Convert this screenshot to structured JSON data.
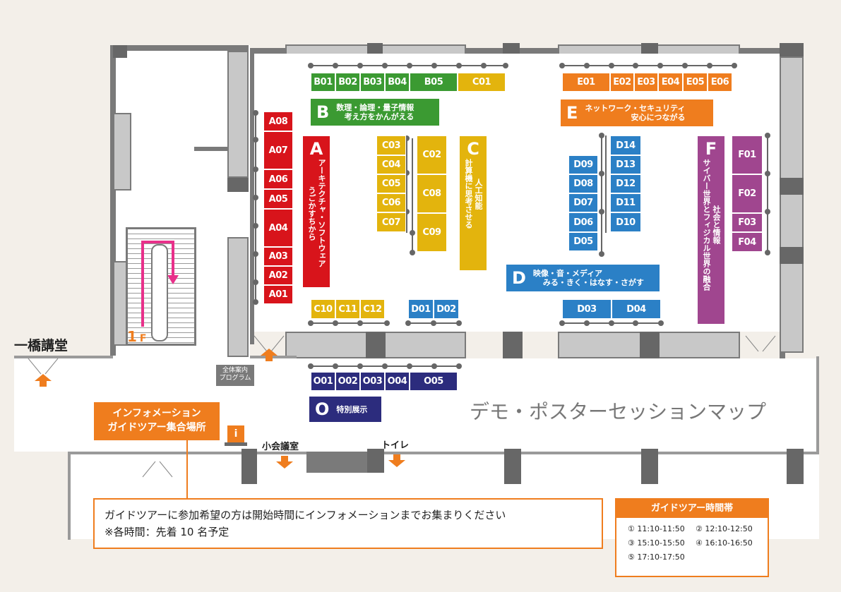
{
  "colors": {
    "B": "#3b9a32",
    "C": "#e3b40d",
    "A": "#d8141b",
    "E": "#ef7d1e",
    "D": "#2b80c6",
    "F": "#a0468f",
    "O": "#2c2c7d",
    "accent": "#ef7d1e",
    "pink": "#e8308a"
  },
  "map_title": "デモ・ポスターセッションマップ",
  "room_label": "一橋講堂",
  "floor_label": "1",
  "floor_suffix": "F",
  "info_label_line1": "インフォメーション",
  "info_label_line2": "ガイドツアー集合場所",
  "info_icon": "i",
  "program_label_line1": "全体案内",
  "program_label_line2": "プログラム",
  "meeting_room_label": "小会議室",
  "toilet_label": "トイレ",
  "notice_line1": "ガイドツアーに参加希望の方は開始時間にインフォメーションまでお集まりください",
  "notice_line2": "※各時間：先着 10 名予定",
  "tour_header": "ガイドツアー時間帯",
  "tour_times": [
    "① 11:10-11:50",
    "② 12:10-12:50",
    "③ 15:10-15:50",
    "④ 16:10-16:50",
    "⑤ 17:10-17:50"
  ],
  "categories": {
    "B": {
      "letter": "B",
      "line1": "数理・論理・量子情報",
      "line2": "考え方をかんがえる"
    },
    "E": {
      "letter": "E",
      "line1": "ネットワーク・セキュリティ",
      "line2": "安心につながる"
    },
    "A": {
      "letter": "A",
      "line1": "アーキテクチャ・ソフトウェア",
      "line2": "うごかすちから"
    },
    "C": {
      "letter": "C",
      "line1": "人工知能",
      "line2": "計算機に思考させる"
    },
    "D": {
      "letter": "D",
      "line1": "映像・音・メディア",
      "line2": "みる・きく・はなす・さがす"
    },
    "F": {
      "letter": "F",
      "line1": "社会と情報",
      "line2": "サイバー世界とフィジカル世界の融合"
    },
    "O": {
      "letter": "O",
      "line1": "特別展示"
    }
  },
  "booths": {
    "B": [
      "B01",
      "B02",
      "B03",
      "B04",
      "B05"
    ],
    "C_top": [
      "C01"
    ],
    "E": [
      "E01",
      "E02",
      "E03",
      "E04",
      "E05",
      "E06"
    ],
    "A": [
      "A08",
      "A07",
      "A06",
      "A05",
      "A04",
      "A03",
      "A02",
      "A01"
    ],
    "C_left": [
      "C03",
      "C04",
      "C05",
      "C06",
      "C07"
    ],
    "C_right": [
      "C02",
      "C08",
      "C09"
    ],
    "C_bottom": [
      "C10",
      "C11",
      "C12"
    ],
    "D_left": [
      "D09",
      "D08",
      "D07",
      "D06",
      "D05"
    ],
    "D_right": [
      "D14",
      "D13",
      "D12",
      "D11",
      "D10"
    ],
    "D_bottom_left": [
      "D01",
      "D02"
    ],
    "D_bottom_right": [
      "D03",
      "D04"
    ],
    "F": [
      "F01",
      "F02",
      "F03",
      "F04"
    ],
    "O": [
      "O01",
      "O02",
      "O03",
      "O04",
      "O05"
    ]
  }
}
